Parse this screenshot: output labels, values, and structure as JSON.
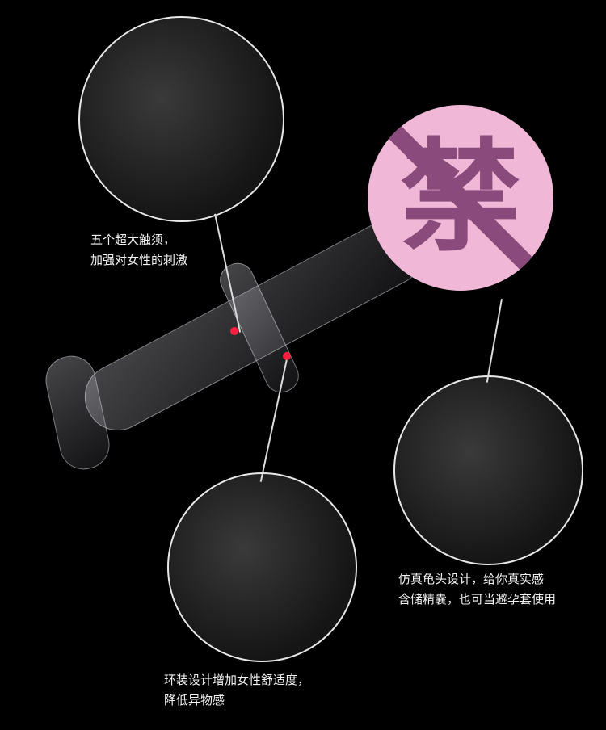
{
  "censor": {
    "glyph": "禁",
    "color_fill": "#f0b8d6",
    "color_mark": "#8a4a7c"
  },
  "callouts": [
    {
      "id": "tentacles",
      "lines": [
        "五个超大触须，",
        "加强对女性的刺激"
      ]
    },
    {
      "id": "tip",
      "lines": [
        "仿真龟头设计，给你真实感",
        "含储精囊，也可当避孕套使用"
      ]
    },
    {
      "id": "ring",
      "lines": [
        "环装设计增加女性舒适度，",
        "降低异物感"
      ]
    }
  ],
  "colors": {
    "background": "#000000",
    "marker": "#ff2040",
    "outline": "#e8e8e8"
  }
}
